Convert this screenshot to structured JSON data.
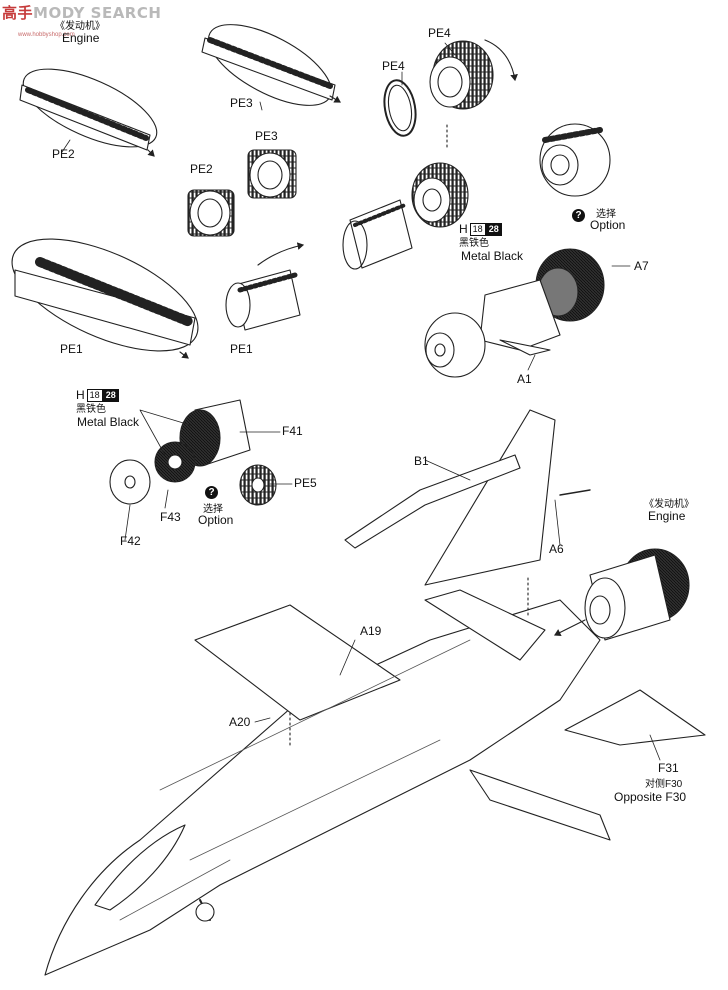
{
  "watermark": {
    "red_part": "高手",
    "grey_part": "MODY SEARCH",
    "url": "www.hobbyshop.com"
  },
  "step_header": {
    "cn": "《发动机》",
    "en": "Engine"
  },
  "engine_callout": {
    "cn": "《发动机》",
    "en": "Engine"
  },
  "parts": {
    "pe4_a": "PE4",
    "pe4_b": "PE4",
    "pe3_a": "PE3",
    "pe3_b": "PE3",
    "pe2_a": "PE2",
    "pe2_b": "PE2",
    "pe1_a": "PE1",
    "pe1_b": "PE1",
    "a7": "A7",
    "a1": "A1",
    "f41": "F41",
    "pe5": "PE5",
    "f43": "F43",
    "f42": "F42",
    "b1": "B1",
    "a6": "A6",
    "a19": "A19",
    "a20": "A20",
    "f31": "F31"
  },
  "paint_top": {
    "h": "H",
    "code1": "18",
    "code2": "28",
    "cn": "黑铁色",
    "en": "Metal  Black"
  },
  "paint_left": {
    "h": "H",
    "code1": "18",
    "code2": "28",
    "cn": "黑铁色",
    "en": "Metal  Black"
  },
  "option_top": {
    "cn": "选择",
    "en": "Option"
  },
  "option_left": {
    "cn": "选择",
    "en": "Option"
  },
  "opposite": {
    "cn": "对侧F30",
    "en": "Opposite F30"
  }
}
